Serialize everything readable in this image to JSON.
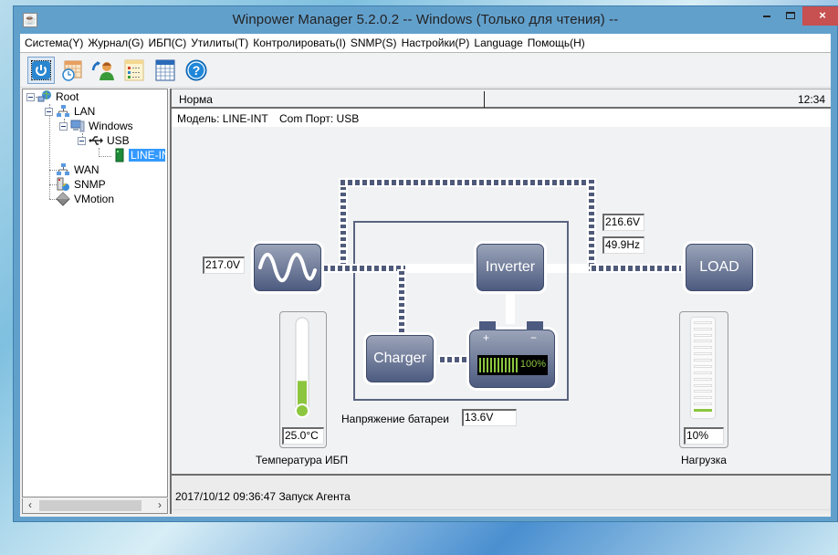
{
  "window": {
    "title": "Winpower Manager 5.2.0.2 -- Windows (Только для чтения) --",
    "controls": {
      "minimize": "minimize",
      "maximize": "maximize",
      "close": "×"
    }
  },
  "menu": [
    "Система(Y)",
    "Журнал(G)",
    "ИБП(C)",
    "Утилиты(T)",
    "Контролировать(I)",
    "SNMP(S)",
    "Настройки(P)",
    "Language",
    "Помощь(H)"
  ],
  "toolbar": [
    {
      "icon": "power-icon",
      "active": true
    },
    {
      "icon": "calendar-clock-icon",
      "active": false
    },
    {
      "icon": "user-login-icon",
      "active": false
    },
    {
      "icon": "event-list-icon",
      "active": false
    },
    {
      "icon": "data-table-icon",
      "active": false
    },
    {
      "icon": "help-icon",
      "active": false
    }
  ],
  "tree": {
    "root": "Root",
    "lan": "LAN",
    "windows": "Windows",
    "usb": "USB",
    "device": "LINE-INT",
    "wan": "WAN",
    "snmp": "SNMP",
    "vmotion": "VMotion"
  },
  "status": {
    "state": "Норма",
    "time": "12:34"
  },
  "model": {
    "model_label": "Модель: LINE-INT",
    "port_label": "Com Порт: USB"
  },
  "diagram": {
    "input_voltage": "217.0V",
    "output_voltage": "216.6V",
    "output_frequency": "49.9Hz",
    "inverter_label": "Inverter",
    "charger_label": "Charger",
    "load_label": "LOAD",
    "battery_capacity": "100%",
    "battery_capacity_fraction": 1.0,
    "battery_plus": "+",
    "battery_minus": "−",
    "battery_voltage_label": "Напряжение батареи",
    "battery_voltage": "13.6V"
  },
  "temperature": {
    "value": "25.0°C",
    "label": "Температура ИБП",
    "fill_fraction": 0.32,
    "color": "#8cc63f"
  },
  "load": {
    "value": "10%",
    "label": "Нагрузка",
    "fraction": 0.1,
    "segments_total": 15,
    "color": "#8cc63f"
  },
  "log": {
    "entry": "2017/10/12 09:36:47  Запуск Агента"
  }
}
